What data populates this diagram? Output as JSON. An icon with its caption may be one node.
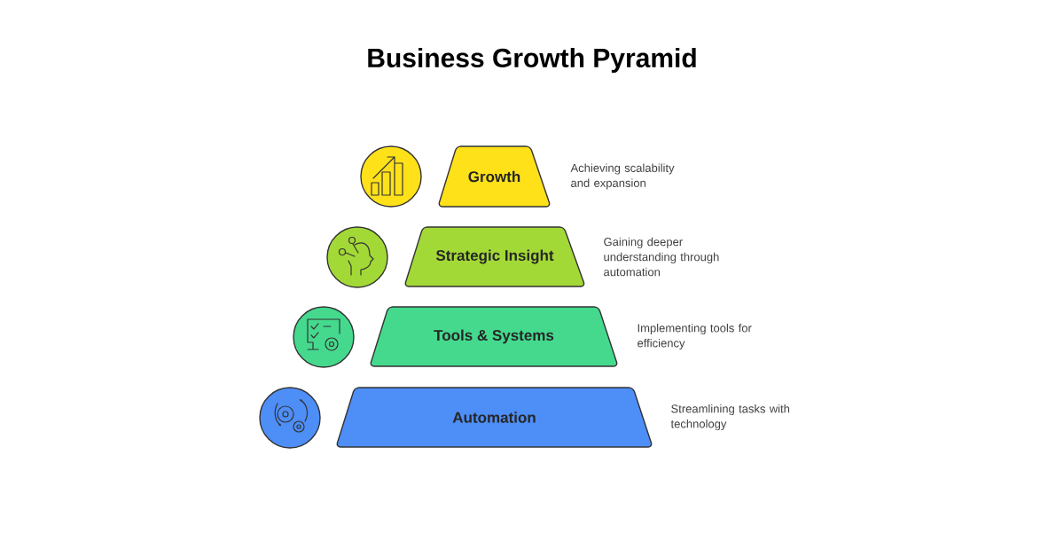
{
  "diagram": {
    "title": "Business Growth Pyramid",
    "nodes": [
      {
        "text": [
          "Growth"
        ],
        "beside": [
          "Achieving scalability and expansion"
        ]
      },
      {
        "text": [
          "Strategic Insight"
        ],
        "beside": [
          "Gaining deeper understanding through automation"
        ]
      },
      {
        "text": [
          "Tools & Systems"
        ],
        "beside": [
          "Implementing tools for efficiency"
        ]
      },
      {
        "text": [
          "Automation"
        ],
        "beside": [
          "Streamlining tasks with technology"
        ]
      }
    ]
  }
}
